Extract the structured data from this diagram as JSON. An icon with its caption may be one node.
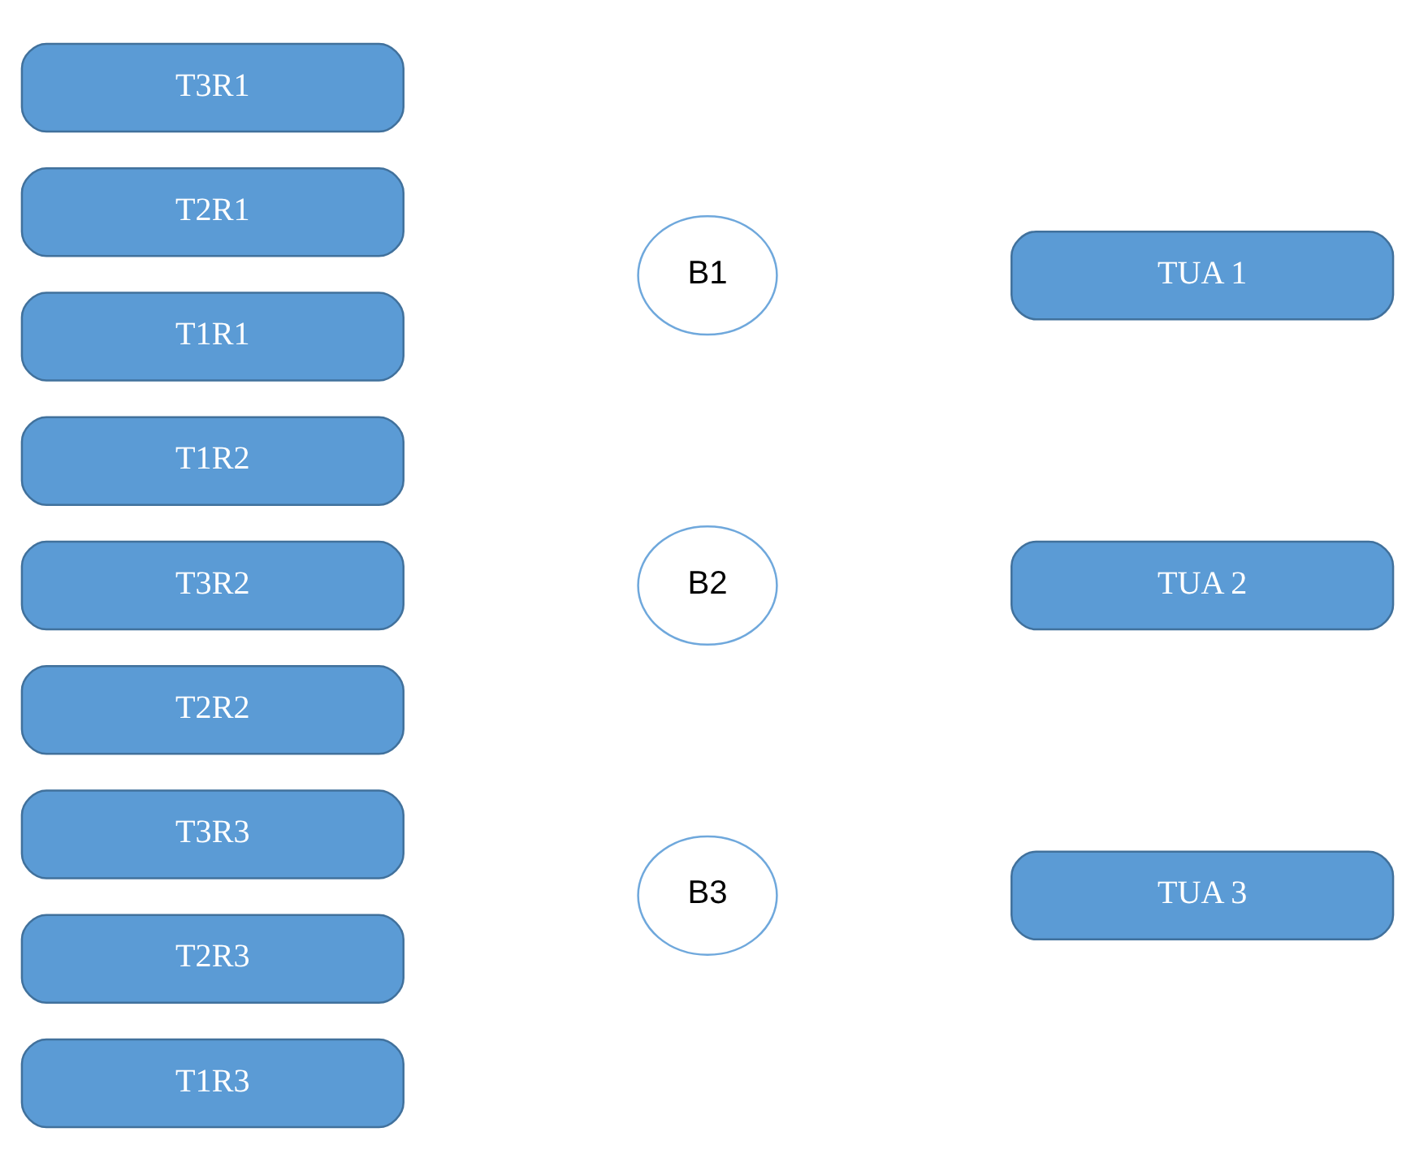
{
  "diagram": {
    "nodes": [
      {
        "text": [
          "T3R1"
        ]
      },
      {
        "text": [
          "T2R1"
        ]
      },
      {
        "text": [
          "T1R1"
        ]
      },
      {
        "text": [
          "B1"
        ]
      },
      {
        "text": [
          "TUA 1"
        ]
      },
      {
        "text": [
          "T1R2"
        ]
      },
      {
        "text": [
          "T3R2"
        ]
      },
      {
        "text": [
          "T2R2"
        ]
      },
      {
        "text": [
          "B2"
        ]
      },
      {
        "text": [
          "TUA 2"
        ]
      },
      {
        "text": [
          "T3R3"
        ]
      },
      {
        "text": [
          "T2R3"
        ]
      },
      {
        "text": [
          "T1R3"
        ]
      },
      {
        "text": [
          "B3"
        ]
      },
      {
        "text": [
          "TUA 3"
        ]
      }
    ]
  }
}
